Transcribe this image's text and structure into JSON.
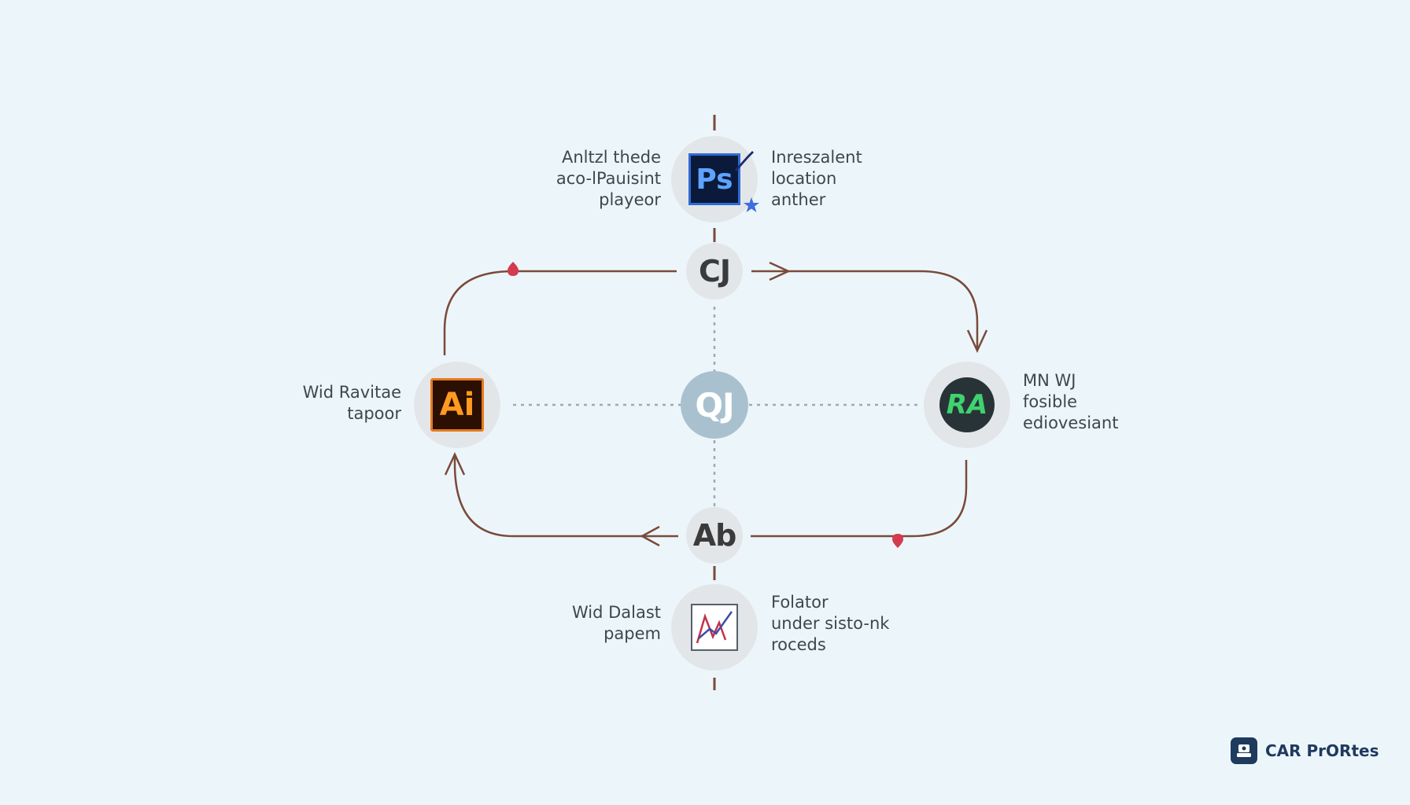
{
  "colors": {
    "background": "#ecf6fa",
    "flow_line": "#7a4a3a",
    "marker": "#d43b4f",
    "dotted_line": "#9aaab5",
    "brand": "#1f3a5f"
  },
  "nodes": {
    "top_logo": "Ps",
    "upper": "CJ",
    "center": "QJ",
    "left_logo": "Ai",
    "right_logo": "RA",
    "lower": "Ab",
    "bottom_icon": "chart-icon"
  },
  "labels": {
    "top_left": "Anltzl thede\naco-lPauisint\nplayeor",
    "top_right": "Inreszalent\nlocation\nanther",
    "left": "Wid Ravitae\ntapoor",
    "right": "MN WJ\nfosible\nediovesiant",
    "bottom_left": "Wid Dalast\npapem",
    "bottom_right": "Folator\nunder sisto-nk\nroceds"
  },
  "brand": {
    "name": "CAR PrORtes",
    "icon": "brand-icon"
  }
}
